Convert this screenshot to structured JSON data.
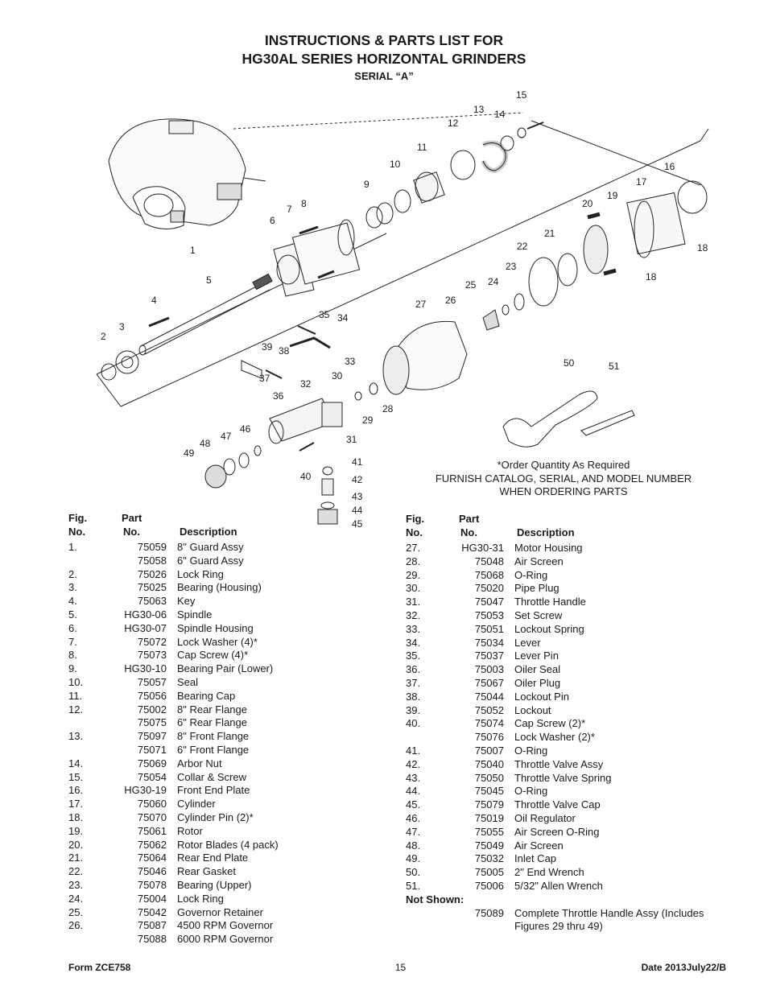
{
  "title": {
    "line1": "INSTRUCTIONS & PARTS LIST FOR",
    "line2": "HG30AL SERIES HORIZONTAL GRINDERS",
    "serial": "SERIAL “A”"
  },
  "diagram_callouts": [
    "1",
    "2",
    "3",
    "4",
    "5",
    "6",
    "7",
    "8",
    "9",
    "10",
    "11",
    "12",
    "13",
    "14",
    "15",
    "16",
    "17",
    "18",
    "18",
    "19",
    "20",
    "21",
    "22",
    "23",
    "24",
    "25",
    "26",
    "27",
    "28",
    "29",
    "30",
    "31",
    "32",
    "33",
    "34",
    "35",
    "36",
    "37",
    "38",
    "39",
    "40",
    "41",
    "42",
    "43",
    "44",
    "45",
    "46",
    "47",
    "48",
    "49",
    "50",
    "51"
  ],
  "notes": {
    "line1": "*Order Quantity As Required",
    "line2": "FURNISH CATALOG, SERIAL, AND MODEL NUMBER",
    "line3": "WHEN ORDERING PARTS"
  },
  "headers": {
    "fig1": "Fig.",
    "fig2": "No.",
    "part1": "Part",
    "part2": "No.",
    "desc": "Description"
  },
  "left_rows": [
    {
      "fig": "1.",
      "part": "75059",
      "desc": "8\" Guard Assy"
    },
    {
      "fig": "",
      "part": "75058",
      "desc": "6\" Guard Assy"
    },
    {
      "fig": "2.",
      "part": "75026",
      "desc": "Lock Ring"
    },
    {
      "fig": "3.",
      "part": "75025",
      "desc": "Bearing (Housing)"
    },
    {
      "fig": "4.",
      "part": "75063",
      "desc": "Key"
    },
    {
      "fig": "5.",
      "part": "HG30-06",
      "desc": "Spindle"
    },
    {
      "fig": "6.",
      "part": "HG30-07",
      "desc": "Spindle Housing"
    },
    {
      "fig": "7.",
      "part": "75072",
      "desc": "Lock Washer (4)*"
    },
    {
      "fig": "8.",
      "part": "75073",
      "desc": "Cap Screw (4)*"
    },
    {
      "fig": "9.",
      "part": "HG30-10",
      "desc": "Bearing Pair (Lower)"
    },
    {
      "fig": "10.",
      "part": "75057",
      "desc": "Seal"
    },
    {
      "fig": "11.",
      "part": "75056",
      "desc": "Bearing Cap"
    },
    {
      "fig": "12.",
      "part": "75002",
      "desc": "8\" Rear Flange"
    },
    {
      "fig": "",
      "part": "75075",
      "desc": "6\" Rear Flange"
    },
    {
      "fig": "13.",
      "part": "75097",
      "desc": "8\" Front Flange"
    },
    {
      "fig": "",
      "part": "75071",
      "desc": "6\" Front Flange"
    },
    {
      "fig": "14.",
      "part": "75069",
      "desc": "Arbor Nut"
    },
    {
      "fig": "15.",
      "part": "75054",
      "desc": "Collar & Screw"
    },
    {
      "fig": "16.",
      "part": "HG30-19",
      "desc": "Front End Plate"
    },
    {
      "fig": "17.",
      "part": "75060",
      "desc": "Cylinder"
    },
    {
      "fig": "18.",
      "part": "75070",
      "desc": "Cylinder Pin (2)*"
    },
    {
      "fig": "19.",
      "part": "75061",
      "desc": "Rotor"
    },
    {
      "fig": "20.",
      "part": "75062",
      "desc": "Rotor Blades (4 pack)"
    },
    {
      "fig": "21.",
      "part": "75064",
      "desc": "Rear End Plate"
    },
    {
      "fig": "22.",
      "part": "75046",
      "desc": "Rear Gasket"
    },
    {
      "fig": "23.",
      "part": "75078",
      "desc": "Bearing (Upper)"
    },
    {
      "fig": "24.",
      "part": "75004",
      "desc": "Lock Ring"
    },
    {
      "fig": "25.",
      "part": "75042",
      "desc": "Governor Retainer"
    },
    {
      "fig": "26.",
      "part": "75087",
      "desc": "4500 RPM Governor"
    },
    {
      "fig": "",
      "part": "75088",
      "desc": "6000 RPM Governor"
    }
  ],
  "right_rows": [
    {
      "fig": "27.",
      "part": "HG30-31",
      "desc": "Motor Housing"
    },
    {
      "fig": "28.",
      "part": "75048",
      "desc": "Air Screen"
    },
    {
      "fig": "29.",
      "part": "75068",
      "desc": "O-Ring"
    },
    {
      "fig": "30.",
      "part": "75020",
      "desc": "Pipe Plug"
    },
    {
      "fig": "31.",
      "part": "75047",
      "desc": "Throttle Handle"
    },
    {
      "fig": "32.",
      "part": "75053",
      "desc": "Set Screw"
    },
    {
      "fig": "33.",
      "part": "75051",
      "desc": "Lockout Spring"
    },
    {
      "fig": "34.",
      "part": "75034",
      "desc": "Lever"
    },
    {
      "fig": "35.",
      "part": "75037",
      "desc": "Lever Pin"
    },
    {
      "fig": "36.",
      "part": "75003",
      "desc": "Oiler Seal"
    },
    {
      "fig": "37.",
      "part": "75067",
      "desc": "Oiler Plug"
    },
    {
      "fig": "38.",
      "part": "75044",
      "desc": "Lockout Pin"
    },
    {
      "fig": "39.",
      "part": "75052",
      "desc": "Lockout"
    },
    {
      "fig": "40.",
      "part": "75074",
      "desc": "Cap Screw (2)*"
    },
    {
      "fig": "",
      "part": "75076",
      "desc": "Lock Washer (2)*"
    },
    {
      "fig": "41.",
      "part": "75007",
      "desc": "O-Ring"
    },
    {
      "fig": "42.",
      "part": "75040",
      "desc": "Throttle Valve Assy"
    },
    {
      "fig": "43.",
      "part": "75050",
      "desc": "Throttle Valve Spring"
    },
    {
      "fig": "44.",
      "part": "75045",
      "desc": "O-Ring"
    },
    {
      "fig": "45.",
      "part": "75079",
      "desc": "Throttle Valve Cap"
    },
    {
      "fig": "46.",
      "part": "75019",
      "desc": "Oil Regulator"
    },
    {
      "fig": "47.",
      "part": "75055",
      "desc": "Air Screen O-Ring"
    },
    {
      "fig": "48.",
      "part": "75049",
      "desc": "Air Screen"
    },
    {
      "fig": "49.",
      "part": "75032",
      "desc": "Inlet Cap"
    },
    {
      "fig": "50.",
      "part": "75005",
      "desc": "2\" End Wrench"
    },
    {
      "fig": "51.",
      "part": "75006",
      "desc": "5/32\" Allen Wrench"
    },
    {
      "fig": "Not Shown:",
      "part": "",
      "desc": ""
    },
    {
      "fig": "",
      "part": "75089",
      "desc": "Complete Throttle Handle Assy (Includes"
    },
    {
      "fig": "",
      "part": "",
      "desc": "Figures 29 thru 49)"
    }
  ],
  "footer": {
    "form": "Form ZCE758",
    "page": "15",
    "date": "Date 2013July22/B"
  }
}
